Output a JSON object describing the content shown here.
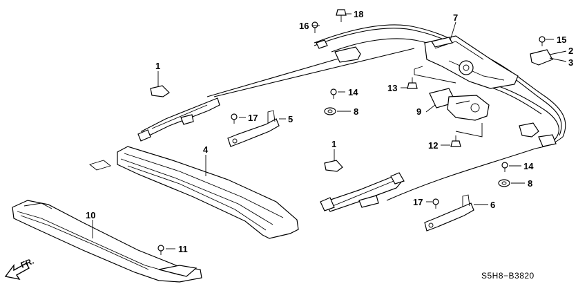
{
  "diagram_code": "S5H8−B3820",
  "direction_label": "FR.",
  "callouts": [
    {
      "id": "1a",
      "label": "1"
    },
    {
      "id": "1b",
      "label": "1"
    },
    {
      "id": "2",
      "label": "2"
    },
    {
      "id": "3",
      "label": "3"
    },
    {
      "id": "4",
      "label": "4"
    },
    {
      "id": "5",
      "label": "5"
    },
    {
      "id": "6",
      "label": "6"
    },
    {
      "id": "7",
      "label": "7"
    },
    {
      "id": "8a",
      "label": "8"
    },
    {
      "id": "8b",
      "label": "8"
    },
    {
      "id": "9",
      "label": "9"
    },
    {
      "id": "10",
      "label": "10"
    },
    {
      "id": "11",
      "label": "11"
    },
    {
      "id": "12",
      "label": "12"
    },
    {
      "id": "13",
      "label": "13"
    },
    {
      "id": "14a",
      "label": "14"
    },
    {
      "id": "14b",
      "label": "14"
    },
    {
      "id": "15",
      "label": "15"
    },
    {
      "id": "16",
      "label": "16"
    },
    {
      "id": "17a",
      "label": "17"
    },
    {
      "id": "17b",
      "label": "17"
    },
    {
      "id": "18",
      "label": "18"
    }
  ]
}
